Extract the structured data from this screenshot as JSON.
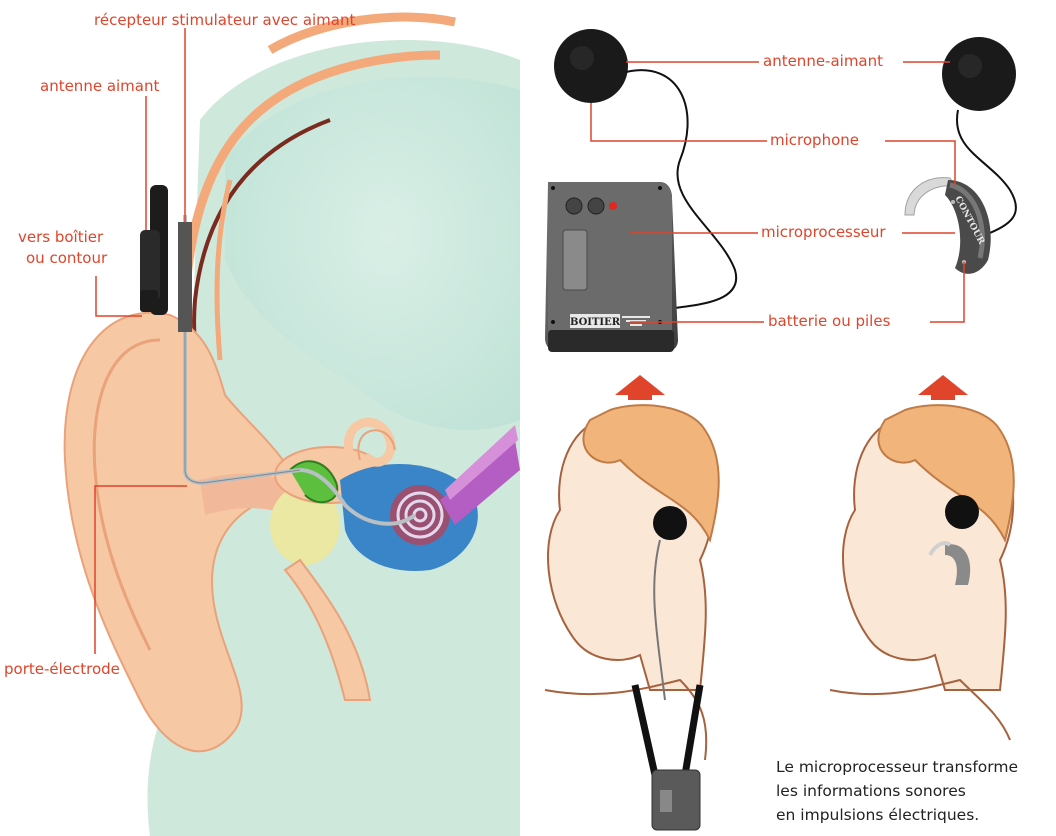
{
  "colors": {
    "label": "#e0442b",
    "line": "#e0442b",
    "arrow": "#e0442b",
    "caption": "#222222",
    "skin": "#f6c8a4",
    "hair": "#f1b47a",
    "brain": "#d3ebe0",
    "device": "#5a5a5a"
  },
  "labels": {
    "recepteur": "récepteur stimulateur avec aimant",
    "antenne_aimant_left": "antenne aimant",
    "vers_boitier_line1": "vers boîtier",
    "vers_boitier_line2": "ou contour",
    "porte_electrode": "porte-électrode",
    "antenne_aimant_right": "antenne-aimant",
    "microphone": "microphone",
    "microprocesseur": "microprocesseur",
    "batterie": "batterie ou piles"
  },
  "devices": {
    "boitier": "BOITIER",
    "contour": "CONTOUR"
  },
  "caption": {
    "line1": "Le microprocesseur transforme",
    "line2": "les informations sonores",
    "line3": "en impulsions électriques."
  },
  "icons": {
    "up_arrow_left": "up-arrow-icon",
    "up_arrow_right": "up-arrow-icon"
  }
}
